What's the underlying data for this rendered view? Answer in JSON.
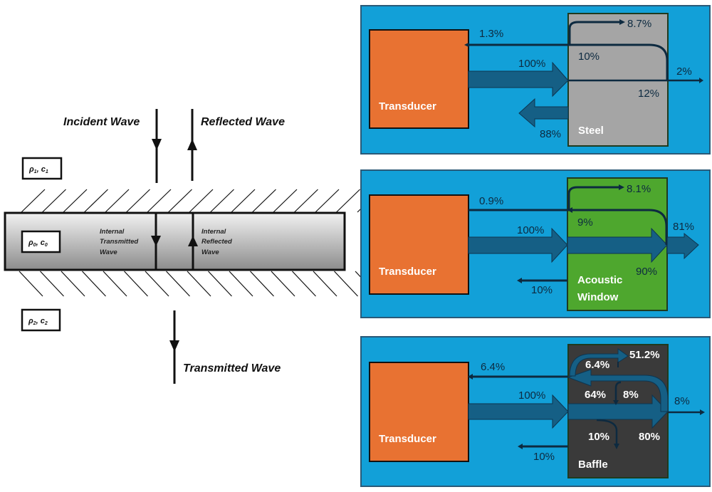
{
  "left_diagram": {
    "incident_label": "Incident Wave",
    "reflected_label": "Reflected Wave",
    "transmitted_label": "Transmitted Wave",
    "internal_transmitted_label": [
      "Internal",
      "Transmitted",
      "Wave"
    ],
    "internal_reflected_label": [
      "Internal",
      "Reflected",
      "Wave"
    ],
    "medium_1": {
      "rho": "ρ",
      "rho_sub": "1",
      "c": "c",
      "c_sub": "1"
    },
    "medium_0": {
      "rho": "ρ",
      "rho_sub": "0",
      "c": "c",
      "c_sub": "0"
    },
    "medium_2": {
      "rho": "ρ",
      "rho_sub": "2",
      "c": "c",
      "c_sub": "2"
    }
  },
  "colors": {
    "panel_bg": "#12a0d8",
    "transducer": "#e87232",
    "arrow": "#155f85",
    "arrow_dark": "#0d2a40",
    "steel": "#a5a5a5",
    "acoustic_window": "#4ea72e",
    "baffle": "#3a3a3a"
  },
  "panels": [
    {
      "transducer_label": "Transducer",
      "material_label": [
        "Steel"
      ],
      "incident": "100%",
      "reflected_front": "88%",
      "back_to_transducer": "1.3%",
      "internal_reflect_top": "8.7%",
      "internal_reflect": "10%",
      "transmitted_inside": "12%",
      "transmitted_out": "2%"
    },
    {
      "transducer_label": "Transducer",
      "material_label": [
        "Acoustic",
        "Window"
      ],
      "incident": "100%",
      "reflected_front": "10%",
      "back_to_transducer": "0.9%",
      "internal_reflect_top": "8.1%",
      "internal_reflect": "9%",
      "transmitted_inside": "90%",
      "transmitted_out": "81%"
    },
    {
      "transducer_label": "Transducer",
      "material_label": [
        "Baffle"
      ],
      "incident": "100%",
      "reflected_front": "10%",
      "back_to_transducer": "6.4%",
      "internal_reflect_top": "51.2%",
      "internal_reflect_top_down": "6.4%",
      "internal_reflect": "64%",
      "internal_reflect_down": "8%",
      "absorbed_down": "10%",
      "transmitted_inside": "80%",
      "transmitted_out": "8%"
    }
  ]
}
